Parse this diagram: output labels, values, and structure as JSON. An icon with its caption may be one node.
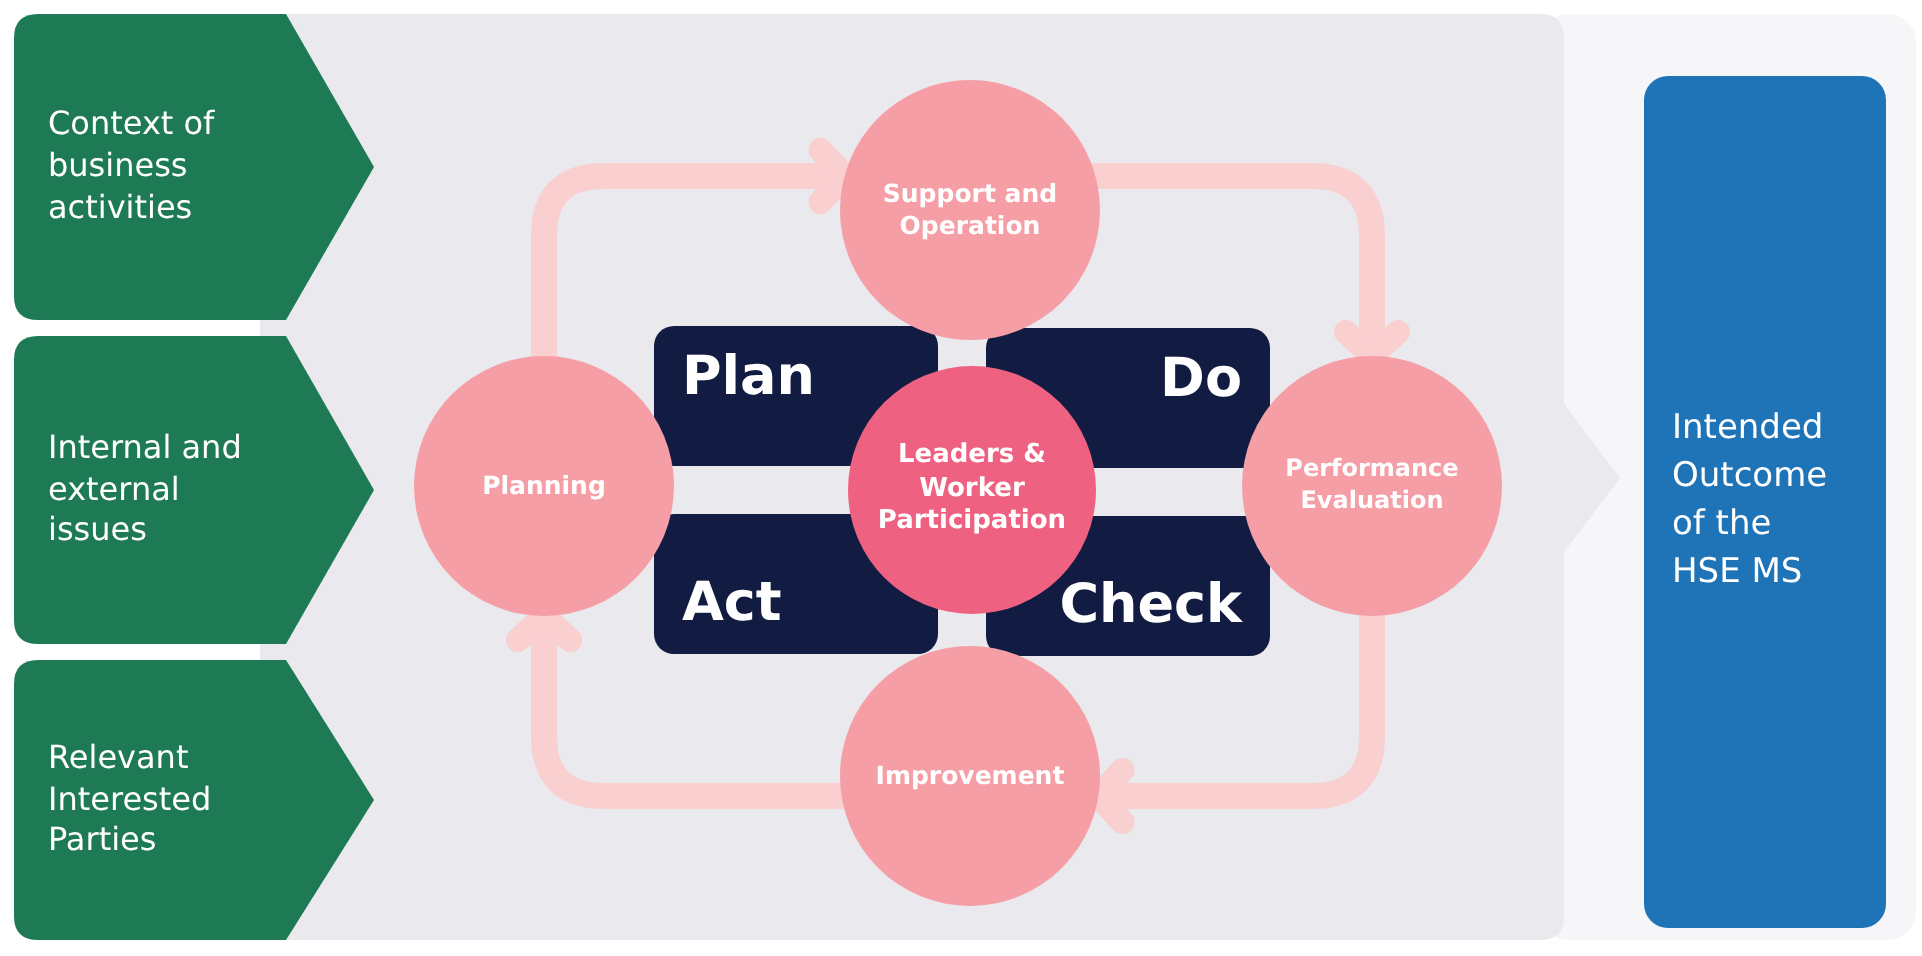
{
  "diagram": {
    "nodes": [
      {
        "text": [],
        "shape": "box"
      },
      {
        "text": [
          "Context of business activities"
        ]
      },
      {
        "text": [
          "Internal and external issues"
        ]
      },
      {
        "text": [
          "Relevant Interested Parties"
        ]
      },
      {
        "text": [
          "Support and Operation"
        ],
        "in": 0
      },
      {
        "text": [
          "Planning"
        ],
        "in": 0
      },
      {
        "text": [
          "Plan"
        ],
        "in": 0
      },
      {
        "text": [
          "Do"
        ],
        "in": 0
      },
      {
        "text": [
          "Leaders & Worker Participation"
        ],
        "in": 0
      },
      {
        "text": [
          "Performance Evaluation"
        ],
        "in": 0
      },
      {
        "text": [
          "Act"
        ],
        "in": 0
      },
      {
        "text": [
          "Check"
        ],
        "in": 0
      },
      {
        "text": [
          "Improvement"
        ],
        "in": 0
      },
      {
        "text": [
          "Intended Outcome of the HSE MS"
        ]
      }
    ],
    "edges": [
      {
        "from": 5,
        "to": 4,
        "arrow": "to"
      },
      {
        "from": 4,
        "to": 9,
        "arrow": "to"
      },
      {
        "from": 9,
        "to": 12,
        "arrow": "to"
      },
      {
        "from": 12,
        "to": 5,
        "arrow": "to"
      }
    ]
  }
}
